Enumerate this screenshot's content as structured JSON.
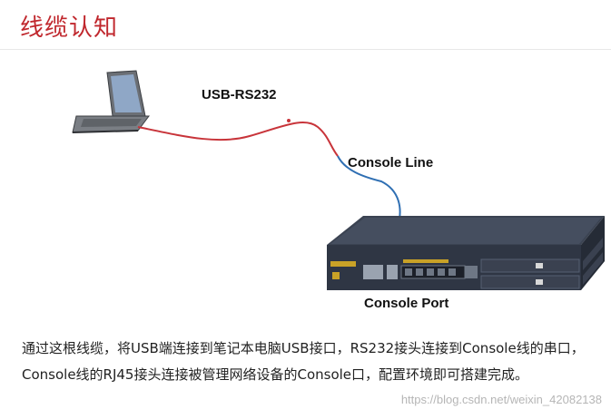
{
  "title": "线缆认知",
  "labels": {
    "usb_rs232": "USB-RS232",
    "console_line": "Console Line",
    "console_port": "Console Port"
  },
  "description": "通过这根线缆，将USB端连接到笔记本电脑USB接口，RS232接头连接到Console线的串口，Console线的RJ45接头连接被管理网络设备的Console口，配置环境即可搭建完成。",
  "watermark": "https://blog.csdn.net/weixin_42082138",
  "colors": {
    "title": "#c0272d",
    "usb_cable": "#c8343a",
    "console_cable": "#2f6fb3",
    "device_body": "#2f3644"
  }
}
